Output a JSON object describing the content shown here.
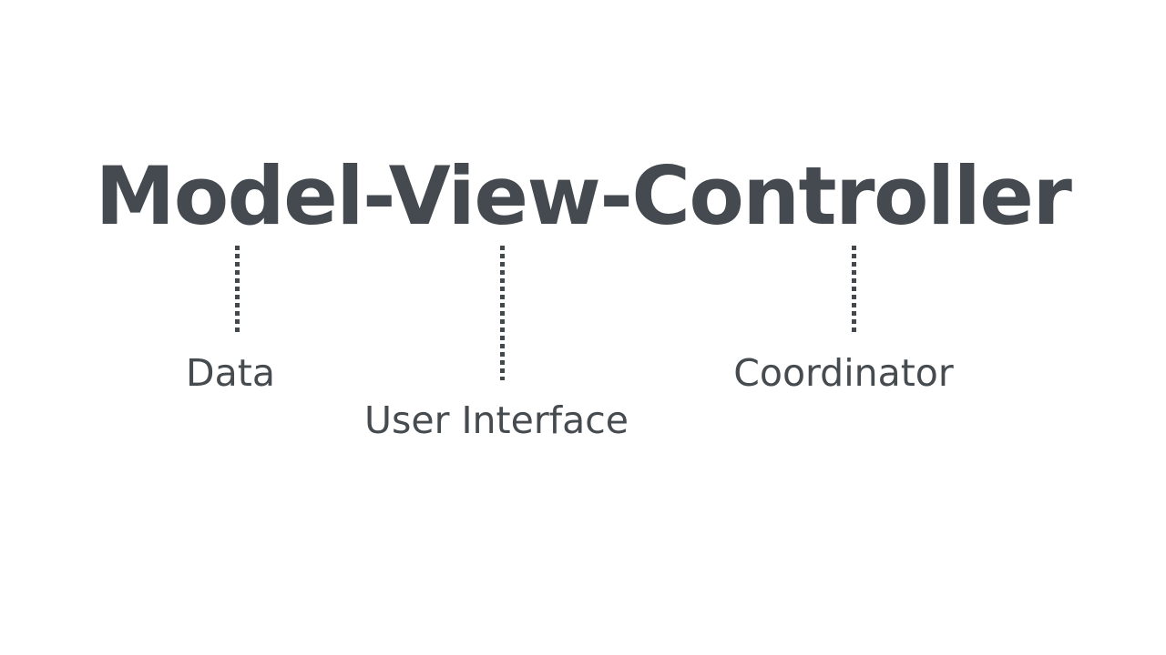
{
  "slide": {
    "background_color": "#ffffff",
    "title": {
      "text": "Model-View-Controller",
      "color": "#444a4f"
    },
    "connectors": [
      {
        "name": "model",
        "color": "#43484d",
        "style": "dotted-vertical"
      },
      {
        "name": "view",
        "color": "#43484d",
        "style": "dotted-vertical"
      },
      {
        "name": "controller",
        "color": "#43484d",
        "style": "dotted-vertical"
      }
    ],
    "labels": [
      {
        "key": "model",
        "term": "Model",
        "text": "Data",
        "color": "#464b50"
      },
      {
        "key": "view",
        "term": "View",
        "text": "User Interface",
        "color": "#464b50"
      },
      {
        "key": "controller",
        "term": "Controller",
        "text": "Coordinator",
        "color": "#464b50"
      }
    ]
  }
}
